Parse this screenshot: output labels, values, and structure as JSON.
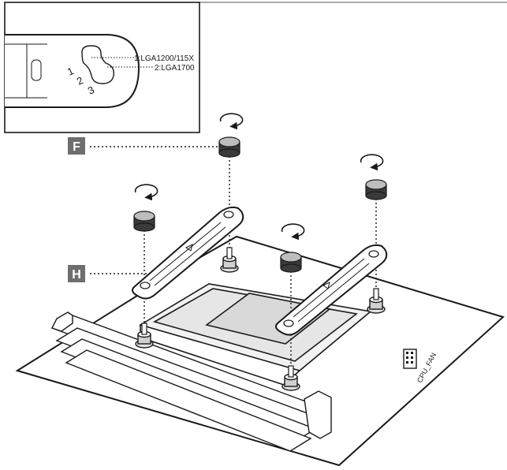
{
  "inset": {
    "socket_option_1": "1:LGA1200/115X",
    "socket_option_2": "2:LGA1700",
    "slot_numbers": [
      "1",
      "2",
      "3"
    ]
  },
  "callouts": {
    "f": "F",
    "h": "H"
  },
  "board": {
    "fan_header_label": "CPU_FAN"
  },
  "colors": {
    "line": "#1a1a1a",
    "callout_box": "#6e6e6e",
    "cap_top": "#bdbdbd",
    "cap_body": "#3a3a3a",
    "socket_fill": "#e6e6e6"
  },
  "icons": [
    "rotate-arrow-icon",
    "thumb-nut-icon",
    "standoff-screw-icon"
  ]
}
